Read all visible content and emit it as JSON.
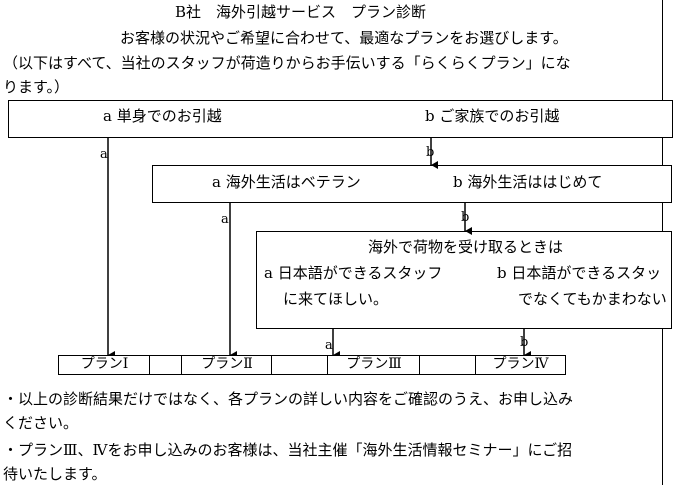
{
  "header": {
    "title": "B社　海外引越サービス　プラン診断",
    "intro": "お客様の状況やご希望に合わせて、最適なプランをお選びします。",
    "note_line1": "（以下はすべて、当社のスタッフが荷造りからお手伝いする「らくらくプラン」にな",
    "note_line2": "ります。）"
  },
  "q1": {
    "option_a": "a 単身でのお引越",
    "option_b": "b ご家族でのお引越"
  },
  "q2": {
    "option_a": "a 海外生活はベテラン",
    "option_b": "b 海外生活ははじめて"
  },
  "q3": {
    "question": "海外で荷物を受け取るときは",
    "option_a_line1": "a 日本語ができるスタッフ",
    "option_a_line2": "に来てほしい。",
    "option_b_line1": "b 日本語ができるスタッ",
    "option_b_line2": "でなくてもかまわない"
  },
  "branch_labels": {
    "q1_a": "a",
    "q1_b": "b",
    "q2_a": "a",
    "q2_b": "b",
    "q3_a": "a",
    "q3_b": "b"
  },
  "plans": [
    "プランⅠ",
    "プランⅡ",
    "プランⅢ",
    "プランⅣ"
  ],
  "footer": {
    "note1_line1": "・以上の診断結果だけではなく、各プランの詳しい内容をご確認のうえ、お申し込み",
    "note1_line2": "ください。",
    "note2_line1": "・プランⅢ、Ⅳをお申し込みのお客様は、当社主催「海外生活情報セミナー」にご招",
    "note2_line2": "待いたします。"
  }
}
